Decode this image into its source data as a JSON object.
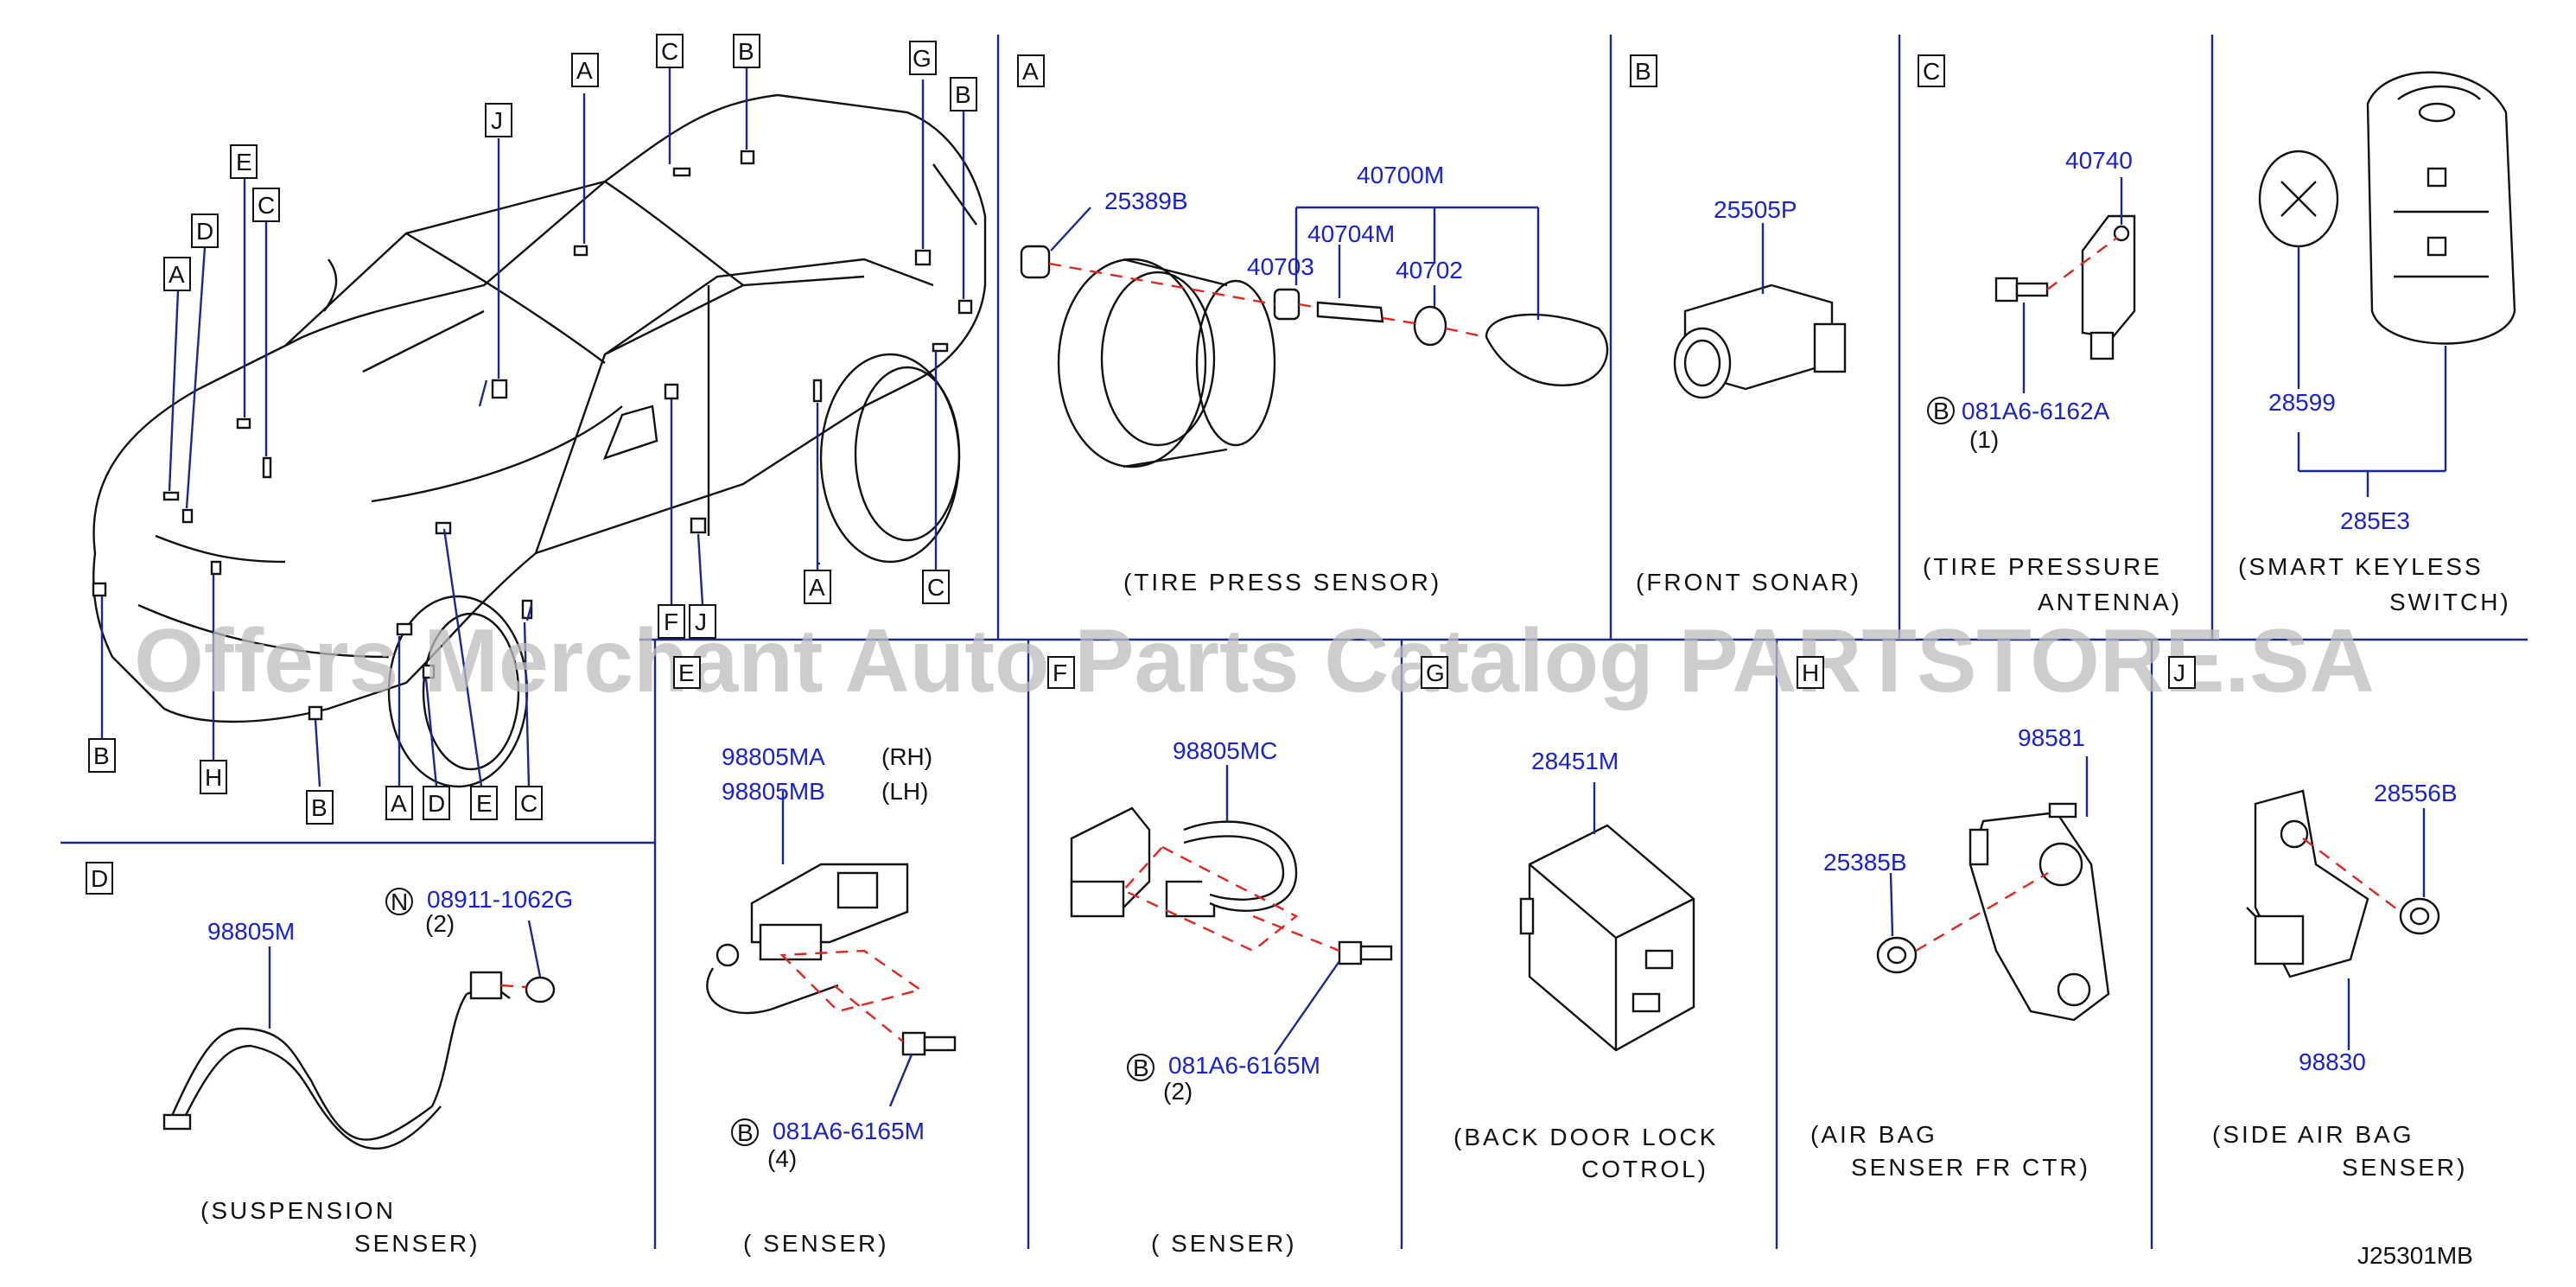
{
  "watermark": "Offers Merchant Auto Parts Catalog PARTSTORE.SA",
  "diagram_id": "J25301MB",
  "colors": {
    "part_number": "#1a23c8",
    "dashed_line": "#e0261f",
    "line": "#111111",
    "watermark": "#bdbdbd"
  },
  "overview_labels": [
    "A",
    "B",
    "C",
    "D",
    "E",
    "F",
    "G",
    "H",
    "J"
  ],
  "section_A": {
    "letter": "A",
    "parts": {
      "p1": "25389B",
      "p2": "40700M",
      "p3": "40704M",
      "p4": "40703",
      "p5": "40702"
    },
    "caption": "(TIRE   PRESS   SENSOR)"
  },
  "section_B": {
    "letter": "B",
    "part": "25505P",
    "caption": "(FRONT   SONAR)"
  },
  "section_C": {
    "letter": "C",
    "part": "40740",
    "bolt_marker": "B",
    "bolt": "081A6-6162A",
    "qty": "(1)",
    "caption1": "(TIRE    PRESSURE",
    "caption2": "ANTENNA)"
  },
  "section_key": {
    "part1": "28599",
    "part2": "285E3",
    "caption1": "(SMART    KEYLESS",
    "caption2": "SWITCH)"
  },
  "section_D": {
    "letter": "D",
    "part": "98805M",
    "nut_marker": "N",
    "nut": "08911-1062G",
    "qty": "(2)",
    "caption1": "(SUSPENSION",
    "caption2": "SENSER)"
  },
  "section_E": {
    "letter": "E",
    "part_rh": "98805MA",
    "rh": "(RH)",
    "part_lh": "98805MB",
    "lh": "(LH)",
    "bolt_marker": "B",
    "bolt": "081A6-6165M",
    "qty": "(4)",
    "caption": "(   SENSER)"
  },
  "section_F": {
    "letter": "F",
    "part": "98805MC",
    "bolt_marker": "B",
    "bolt": "081A6-6165M",
    "qty": "(2)",
    "caption": "(   SENSER)"
  },
  "section_G": {
    "letter": "G",
    "part": "28451M",
    "caption1": "(BACK    DOOR    LOCK",
    "caption2": "COTROL)"
  },
  "section_H": {
    "letter": "H",
    "part1": "98581",
    "part2": "25385B",
    "caption1": "(AIR    BAG",
    "caption2": "SENSER    FR    CTR)"
  },
  "section_J": {
    "letter": "J",
    "part1": "28556B",
    "part2": "98830",
    "caption1": "(SIDE    AIR    BAG",
    "caption2": "SENSER)"
  }
}
